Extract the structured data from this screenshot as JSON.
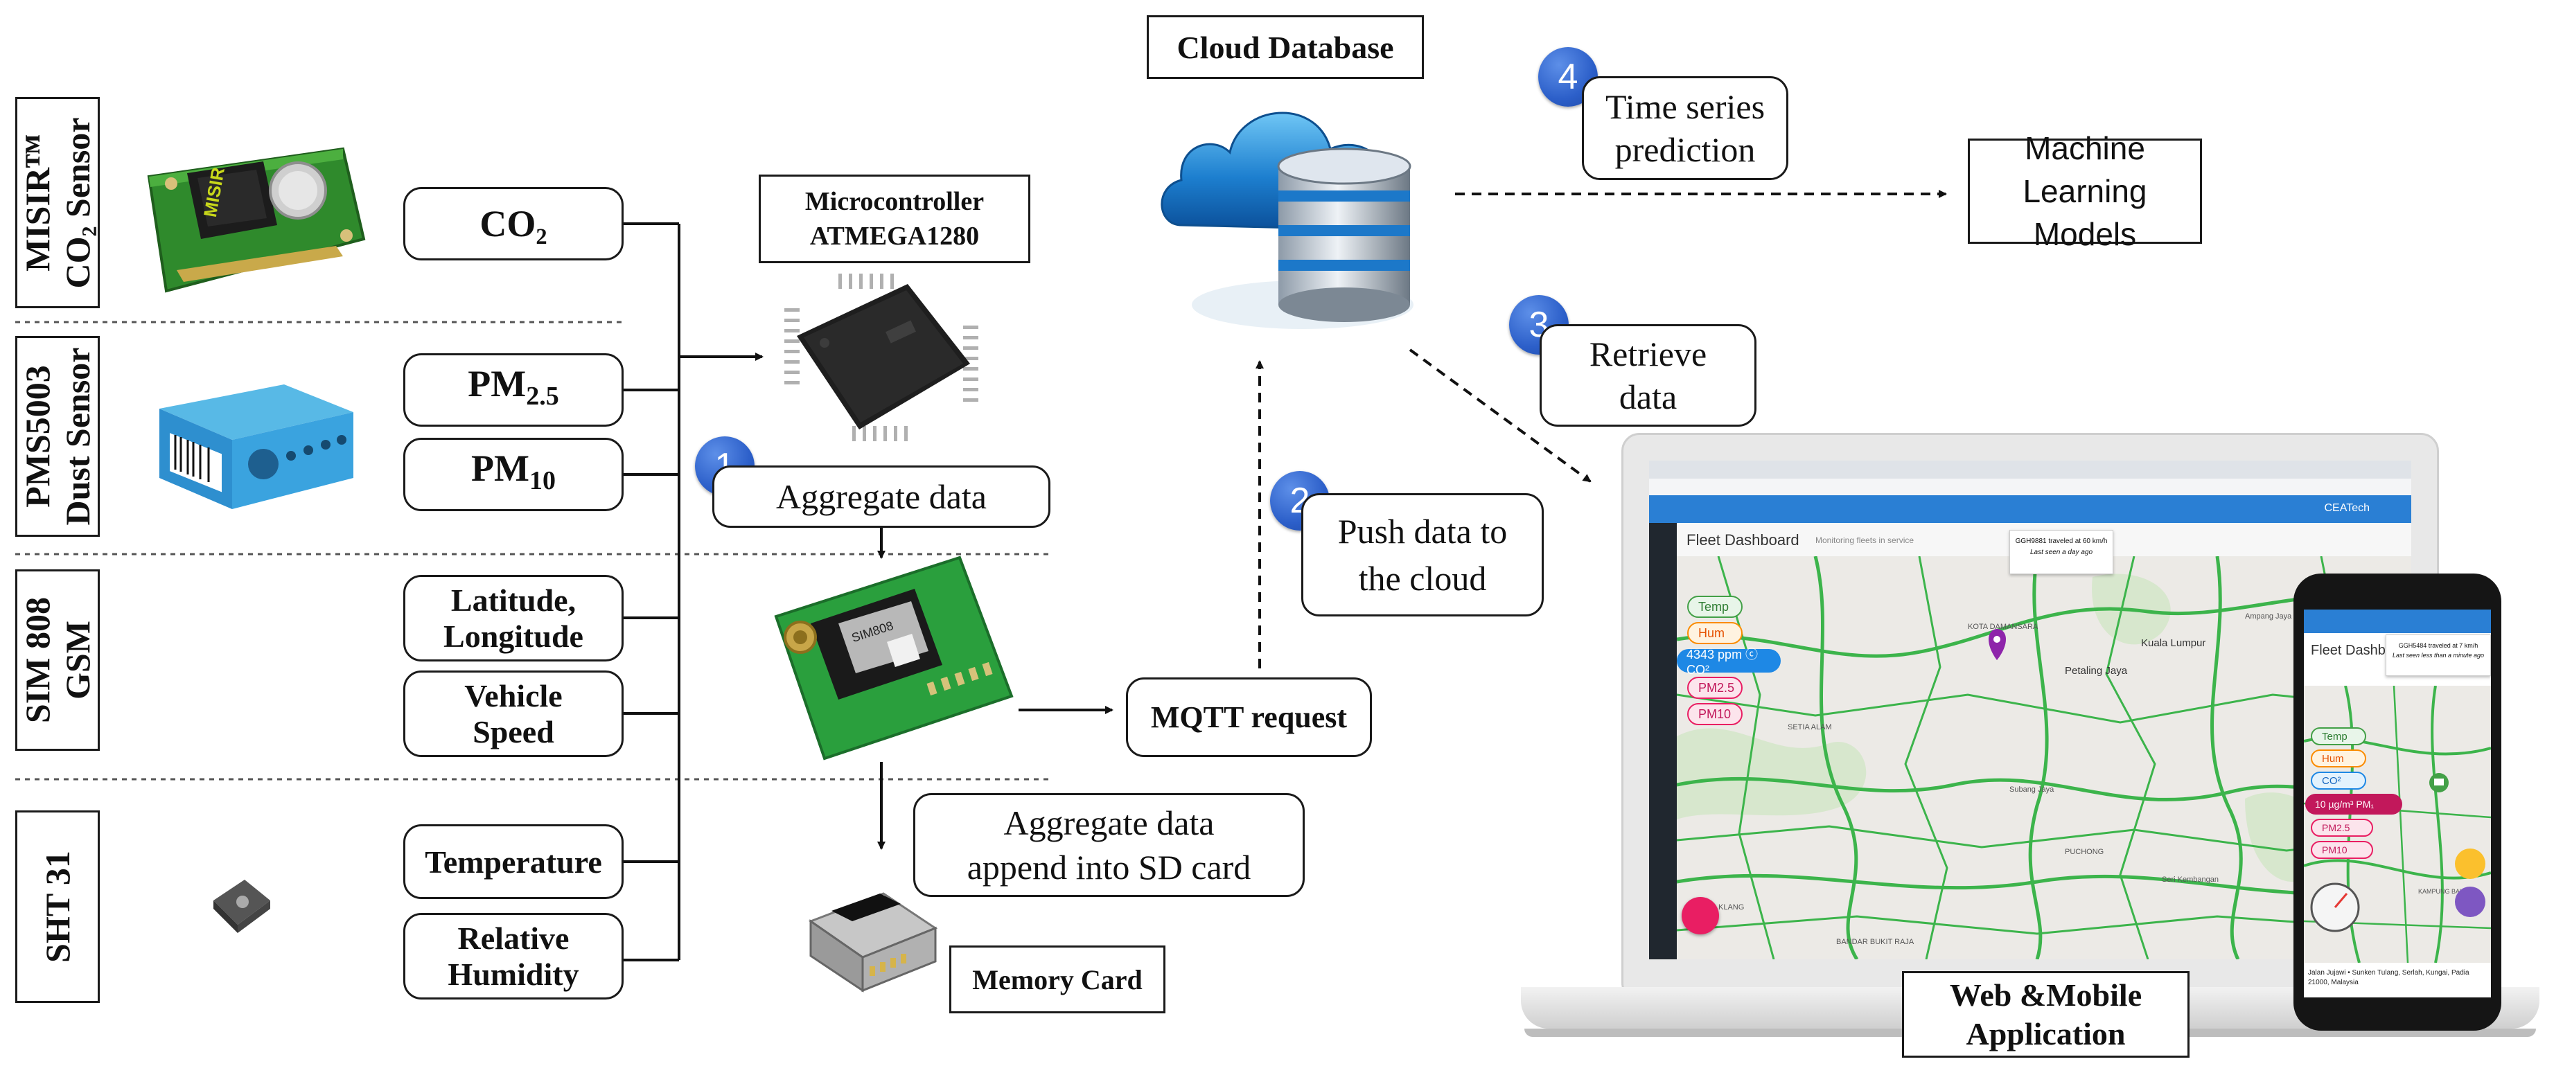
{
  "sensors": {
    "misir": {
      "line1": "MISIRᵀᴹ",
      "line2": "CO₂ Sensor",
      "device_text": "MISIR"
    },
    "pms": {
      "line1": "PMS5003",
      "line2": "Dust Sensor"
    },
    "sim": {
      "line1": "SIM 808",
      "line2": "GSM"
    },
    "sht": {
      "line1": "SHT 31"
    }
  },
  "readings": {
    "co2": "CO₂",
    "pm25_base": "PM",
    "pm25_sub": "2.5",
    "pm10_base": "PM",
    "pm10_sub": "10",
    "lat_line1": "Latitude,",
    "lat_line2": "Longitude",
    "speed_line1": "Vehicle",
    "speed_line2": "Speed",
    "temperature": "Temperature",
    "humidity_line1": "Relative",
    "humidity_line2": "Humidity"
  },
  "microcontroller": {
    "line1": "Microcontroller",
    "line2": "ATMEGA1280"
  },
  "gsm_chip_text": "SIM808",
  "steps": [
    {
      "num": "1",
      "label": "Aggregate data"
    },
    {
      "num": "2",
      "label_line1": "Push data to",
      "label_line2": "the cloud"
    },
    {
      "num": "3",
      "label_line1": "Retrieve",
      "label_line2": "data"
    },
    {
      "num": "4",
      "label_line1": "Time series",
      "label_line2": "prediction"
    }
  ],
  "mqtt": "MQTT request",
  "sd_note": {
    "line1": "Aggregate data",
    "line2": "append into SD card"
  },
  "memory_card": "Memory Card",
  "cloud_database": "Cloud Database",
  "ml_models": {
    "line1": "Machine",
    "line2": "Learning Models"
  },
  "app_label": {
    "line1": "Web &Mobile",
    "line2": "Application"
  },
  "dashboard": {
    "title": "Fleet Dashboard",
    "subtitle": "Monitoring fleets in service",
    "toast_line1": "GGH9881 traveled at 60 km/h",
    "toast_line2": "Last seen a day ago",
    "reading": "4343 ppm  ⓒ CO²",
    "buttons": [
      "Temp",
      "Hum",
      "PM2.5",
      "PM10"
    ],
    "places": [
      "KOTA DAMANSARA",
      "Petaling Jaya",
      "Kuala Lumpur",
      "Ampang Jaya",
      "SETIA ALAM",
      "Subang Jaya",
      "PUCHONG",
      "Seri Kembangan",
      "KLANG",
      "BANDAR BUKIT RAJA"
    ],
    "user": "CEATech"
  },
  "mobile": {
    "title": "Fleet Dashb",
    "toast_line1": "GGH5484 traveled at 7 km/h",
    "toast_line2": "Last seen less than a minute ago",
    "buttons": [
      "Temp",
      "Hum",
      "CO²",
      "10 µg/m³  PM₁",
      "PM2.5",
      "PM10"
    ],
    "address": "Jalan Jujawi • Sunken Tulang, Serlah, Kungai, Padia 21000, Malaysia",
    "map_label": "KAMPUNG BAKONG"
  }
}
